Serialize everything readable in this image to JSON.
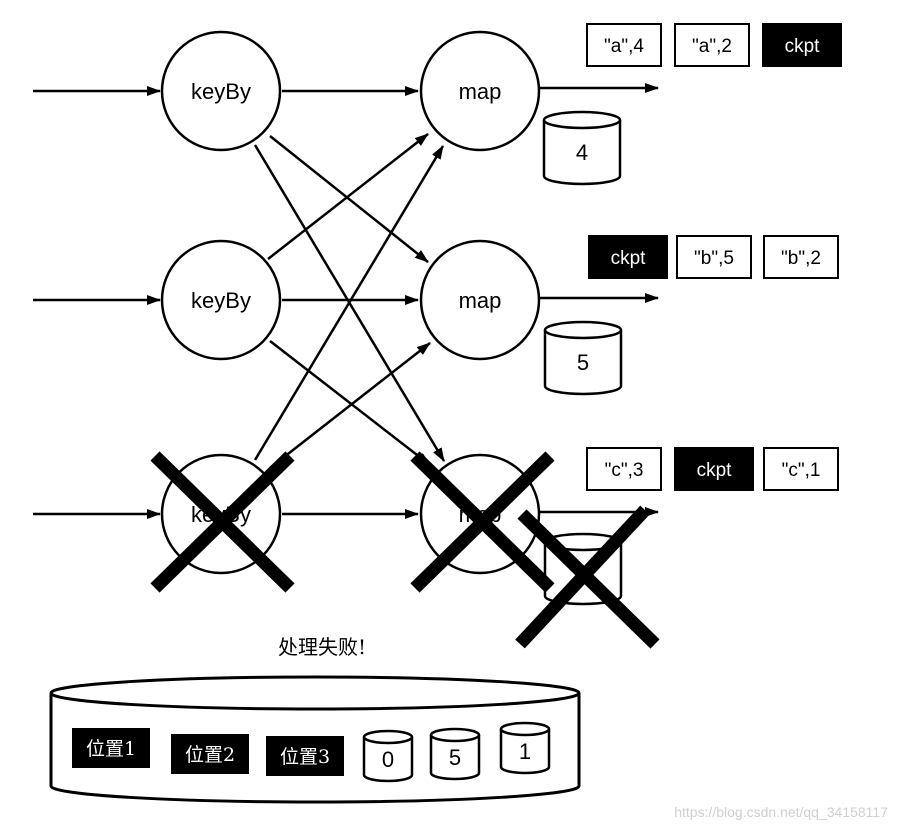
{
  "nodes": {
    "keyby_label": "keyBy",
    "map_label": "map"
  },
  "rows": [
    {
      "records": [
        "\"a\",4",
        "\"a\",2",
        "ckpt"
      ],
      "state": "4"
    },
    {
      "records": [
        "ckpt",
        "\"b\",5",
        "\"b\",2"
      ],
      "state": "5"
    },
    {
      "records": [
        "\"c\",3",
        "ckpt",
        "\"c\",1"
      ],
      "state": ""
    }
  ],
  "failure_caption": "处理失败!",
  "checkpoint_store": {
    "positions": [
      "位置1",
      "位置2",
      "位置3"
    ],
    "states": [
      "0",
      "5",
      "1"
    ]
  },
  "watermark": "https://blog.csdn.net/qq_34158117",
  "colors": {
    "ink": "#000000",
    "paper": "#ffffff",
    "watermark": "#cfcfcf"
  }
}
